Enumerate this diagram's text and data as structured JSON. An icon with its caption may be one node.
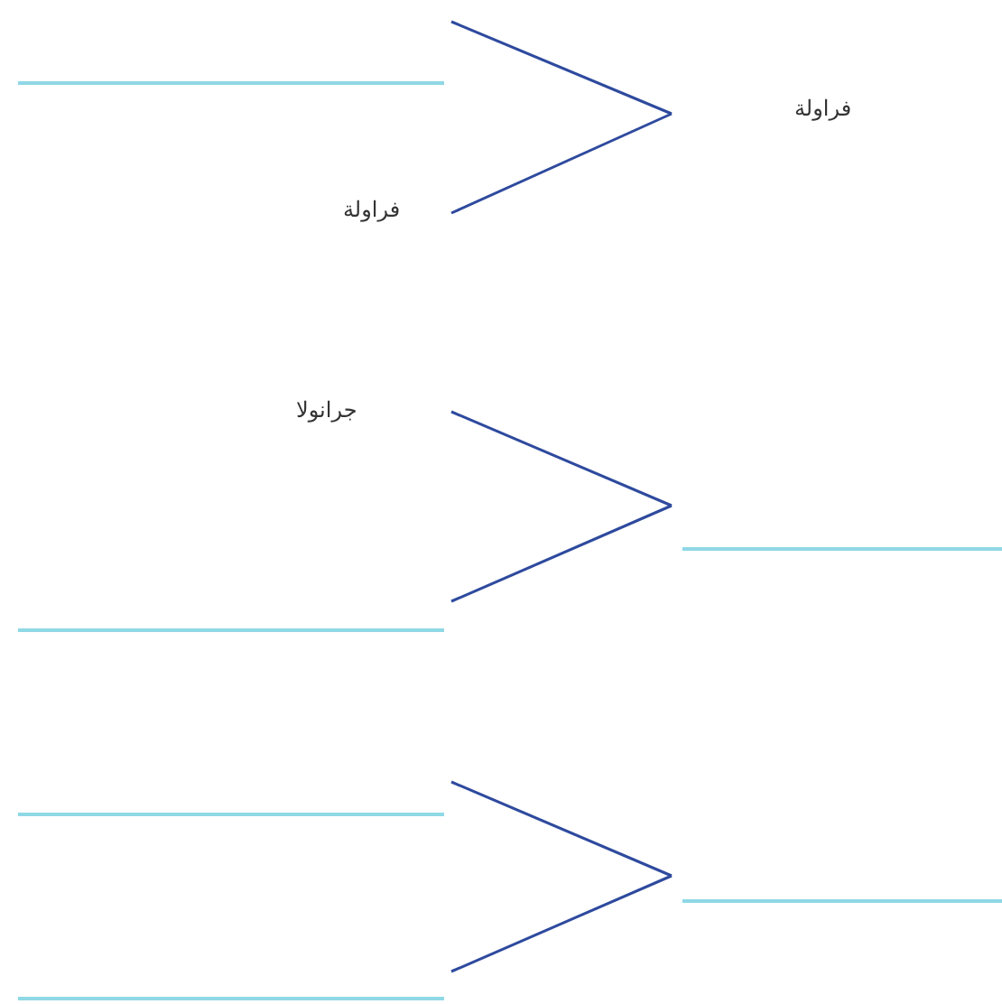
{
  "diagram": {
    "nodes": [
      {
        "text": [],
        "shape": "bar"
      },
      {
        "text": [
          "فراولة"
        ]
      },
      {
        "text": [
          "فراولة"
        ]
      },
      {
        "text": [
          "جرانولا"
        ]
      },
      {
        "text": [],
        "shape": "bar"
      },
      {
        "text": [],
        "shape": "bar"
      },
      {
        "text": [],
        "shape": "bar"
      },
      {
        "text": [],
        "shape": "bar"
      },
      {
        "text": [],
        "shape": "bar"
      }
    ],
    "edges": [
      {
        "from": 0,
        "to": 1,
        "arrow": "none"
      },
      {
        "from": 2,
        "to": 1,
        "arrow": "none"
      },
      {
        "from": 3,
        "to": 4,
        "arrow": "none"
      },
      {
        "from": 5,
        "to": 4,
        "arrow": "none"
      },
      {
        "from": 6,
        "to": 7,
        "arrow": "none"
      },
      {
        "from": 8,
        "to": 7,
        "arrow": "none"
      }
    ]
  }
}
